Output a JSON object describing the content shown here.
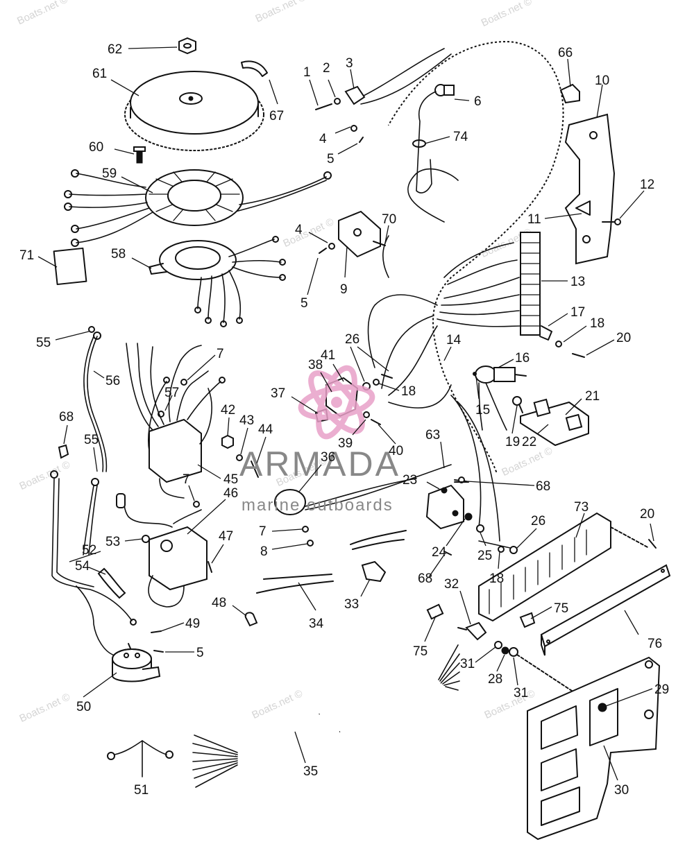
{
  "watermark": {
    "text": "Boats.net ©"
  },
  "brand": {
    "title": "ARMADA",
    "subtitle": "marine outboards",
    "logo_color": "#e8a0c8",
    "text_color": "#888888"
  },
  "callouts": [
    {
      "id": "62",
      "n": "62"
    },
    {
      "id": "61",
      "n": "61"
    },
    {
      "id": "67",
      "n": "67"
    },
    {
      "id": "60",
      "n": "60"
    },
    {
      "id": "59",
      "n": "59"
    },
    {
      "id": "71",
      "n": "71"
    },
    {
      "id": "58",
      "n": "58"
    },
    {
      "id": "1",
      "n": "1"
    },
    {
      "id": "2",
      "n": "2"
    },
    {
      "id": "3",
      "n": "3"
    },
    {
      "id": "4a",
      "n": "4"
    },
    {
      "id": "5a",
      "n": "5"
    },
    {
      "id": "6",
      "n": "6"
    },
    {
      "id": "74",
      "n": "74"
    },
    {
      "id": "4b",
      "n": "4"
    },
    {
      "id": "70",
      "n": "70"
    },
    {
      "id": "5b",
      "n": "5"
    },
    {
      "id": "9",
      "n": "9"
    },
    {
      "id": "66",
      "n": "66"
    },
    {
      "id": "10",
      "n": "10"
    },
    {
      "id": "12",
      "n": "12"
    },
    {
      "id": "11",
      "n": "11"
    },
    {
      "id": "13",
      "n": "13"
    },
    {
      "id": "17",
      "n": "17"
    },
    {
      "id": "18a",
      "n": "18"
    },
    {
      "id": "20a",
      "n": "20"
    },
    {
      "id": "55a",
      "n": "55"
    },
    {
      "id": "56",
      "n": "56"
    },
    {
      "id": "7a",
      "n": "7"
    },
    {
      "id": "57",
      "n": "57"
    },
    {
      "id": "68a",
      "n": "68"
    },
    {
      "id": "55b",
      "n": "55"
    },
    {
      "id": "42",
      "n": "42"
    },
    {
      "id": "43",
      "n": "43"
    },
    {
      "id": "44",
      "n": "44"
    },
    {
      "id": "45",
      "n": "45"
    },
    {
      "id": "7b",
      "n": "7"
    },
    {
      "id": "46",
      "n": "46"
    },
    {
      "id": "26a",
      "n": "26"
    },
    {
      "id": "41",
      "n": "41"
    },
    {
      "id": "38",
      "n": "38"
    },
    {
      "id": "18b",
      "n": "18"
    },
    {
      "id": "37",
      "n": "37"
    },
    {
      "id": "39",
      "n": "39"
    },
    {
      "id": "40",
      "n": "40"
    },
    {
      "id": "14",
      "n": "14"
    },
    {
      "id": "16",
      "n": "16"
    },
    {
      "id": "15",
      "n": "15"
    },
    {
      "id": "19",
      "n": "19"
    },
    {
      "id": "21",
      "n": "21"
    },
    {
      "id": "22",
      "n": "22"
    },
    {
      "id": "36",
      "n": "36"
    },
    {
      "id": "63",
      "n": "63"
    },
    {
      "id": "23",
      "n": "23"
    },
    {
      "id": "68b",
      "n": "68"
    },
    {
      "id": "53",
      "n": "53"
    },
    {
      "id": "52",
      "n": "52"
    },
    {
      "id": "54",
      "n": "54"
    },
    {
      "id": "47",
      "n": "47"
    },
    {
      "id": "7c",
      "n": "7"
    },
    {
      "id": "8",
      "n": "8"
    },
    {
      "id": "24",
      "n": "24"
    },
    {
      "id": "25",
      "n": "25"
    },
    {
      "id": "26b",
      "n": "26"
    },
    {
      "id": "18c",
      "n": "18"
    },
    {
      "id": "68c",
      "n": "68"
    },
    {
      "id": "73",
      "n": "73"
    },
    {
      "id": "20b",
      "n": "20"
    },
    {
      "id": "34",
      "n": "34"
    },
    {
      "id": "33",
      "n": "33"
    },
    {
      "id": "48",
      "n": "48"
    },
    {
      "id": "49",
      "n": "49"
    },
    {
      "id": "5c",
      "n": "5"
    },
    {
      "id": "32",
      "n": "32"
    },
    {
      "id": "75a",
      "n": "75"
    },
    {
      "id": "76",
      "n": "76"
    },
    {
      "id": "75b",
      "n": "75"
    },
    {
      "id": "31a",
      "n": "31"
    },
    {
      "id": "28",
      "n": "28"
    },
    {
      "id": "31b",
      "n": "31"
    },
    {
      "id": "50",
      "n": "50"
    },
    {
      "id": "29",
      "n": "29"
    },
    {
      "id": "35",
      "n": "35"
    },
    {
      "id": "51",
      "n": "51"
    },
    {
      "id": "30",
      "n": "30"
    }
  ]
}
